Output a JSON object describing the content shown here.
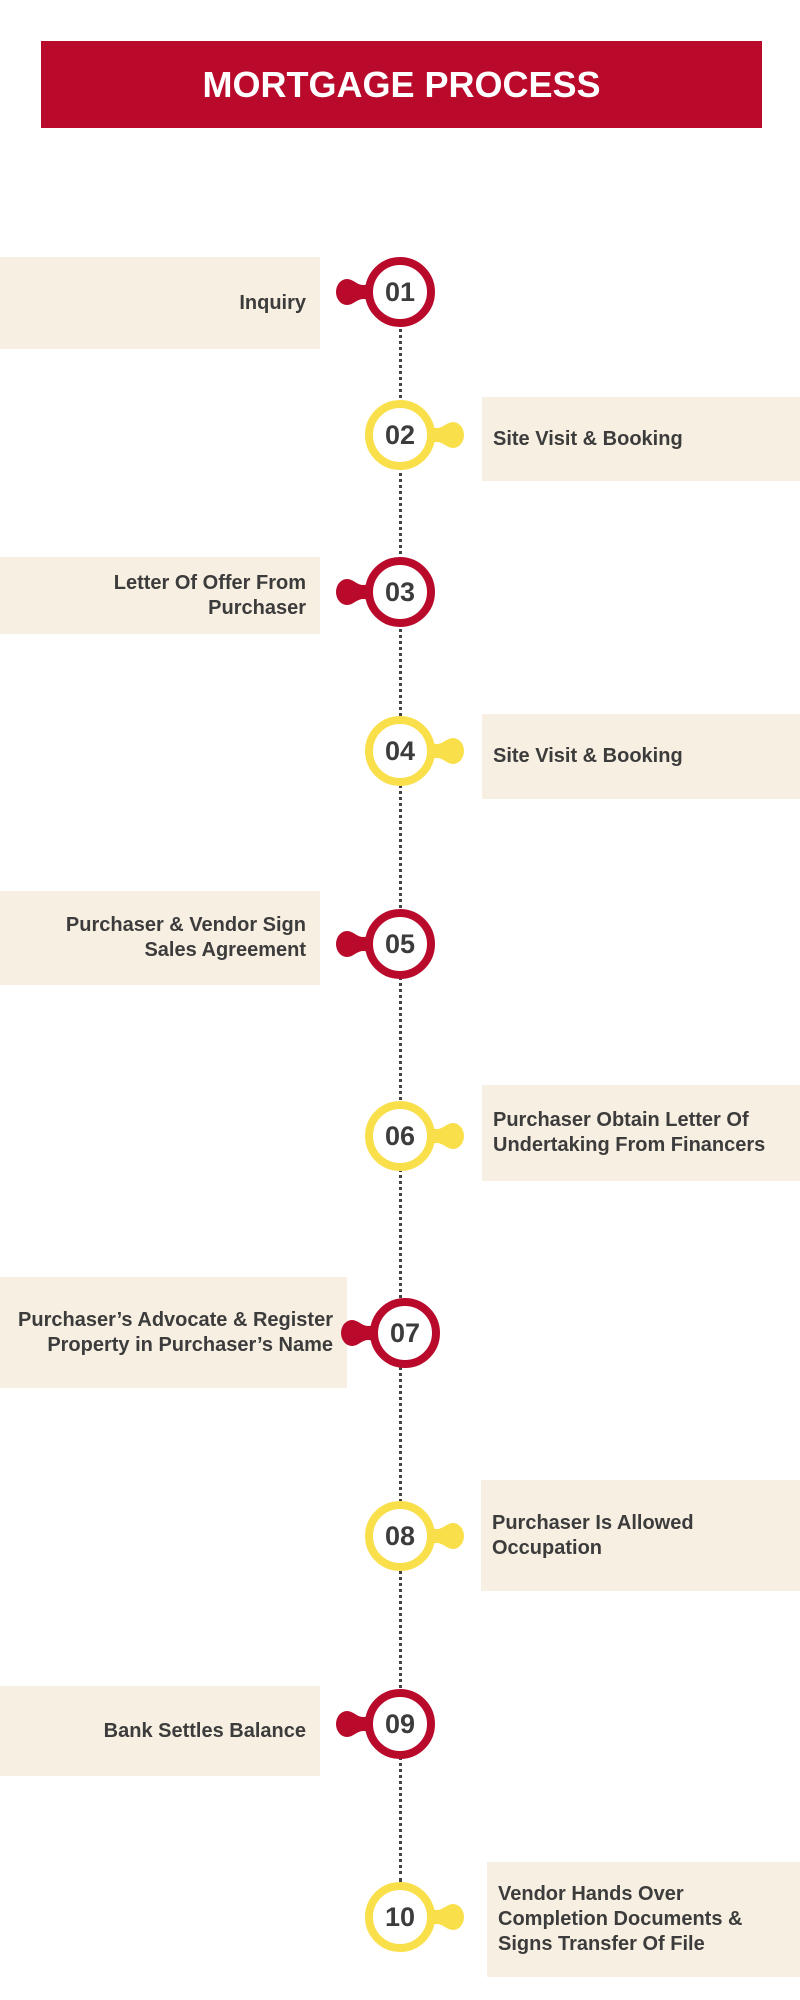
{
  "title": "MORTGAGE PROCESS",
  "colors": {
    "red": "#b90a2c",
    "yellow": "#f9e04b",
    "box": "#f7efe1",
    "text": "#3c3c3c"
  },
  "steps": [
    {
      "num": "01",
      "label": "Inquiry",
      "side": "left",
      "color": "red"
    },
    {
      "num": "02",
      "label": "Site Visit & Booking",
      "side": "right",
      "color": "yellow"
    },
    {
      "num": "03",
      "label": "Letter Of Offer From Purchaser",
      "side": "left",
      "color": "red"
    },
    {
      "num": "04",
      "label": "Site Visit & Booking",
      "side": "right",
      "color": "yellow"
    },
    {
      "num": "05",
      "label": "Purchaser & Vendor Sign Sales Agreement",
      "side": "left",
      "color": "red"
    },
    {
      "num": "06",
      "label": "Purchaser Obtain Letter Of Undertaking From Financers",
      "side": "right",
      "color": "yellow"
    },
    {
      "num": "07",
      "label": "Purchaser’s Advocate & Register Property in Purchaser’s Name",
      "side": "left",
      "color": "red"
    },
    {
      "num": "08",
      "label": "Purchaser Is Allowed Occupation",
      "side": "right",
      "color": "yellow"
    },
    {
      "num": "09",
      "label": "Bank Settles Balance",
      "side": "left",
      "color": "red"
    },
    {
      "num": "10",
      "label": "Vendor Hands Over Completion Documents & Signs Transfer Of File",
      "side": "right",
      "color": "yellow"
    }
  ]
}
